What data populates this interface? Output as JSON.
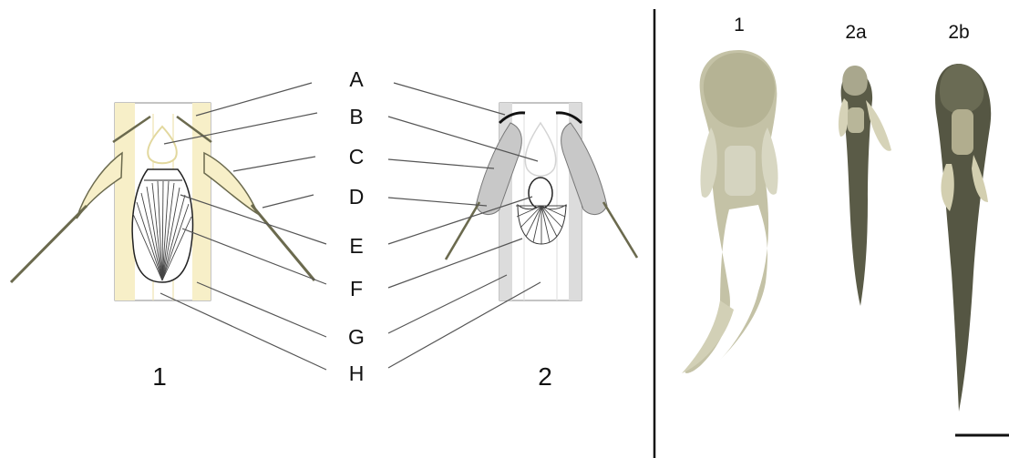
{
  "labels": [
    "A",
    "B",
    "C",
    "D",
    "E",
    "F",
    "G",
    "H"
  ],
  "diagram_numbers": {
    "left": "1",
    "right": "2"
  },
  "photo_labels": {
    "p1": "1",
    "p2a": "2a",
    "p2b": "2b"
  },
  "colors": {
    "cream": "#f7efc8",
    "cream_light": "#fbf6df",
    "grey_fin": "#c8c8c8",
    "grey_band": "#dcdcdc",
    "spine": "#6b6a4e",
    "leader": "#555555",
    "divider": "#111111",
    "fish1": "#b9b89c",
    "fish2": "#4f5140"
  }
}
